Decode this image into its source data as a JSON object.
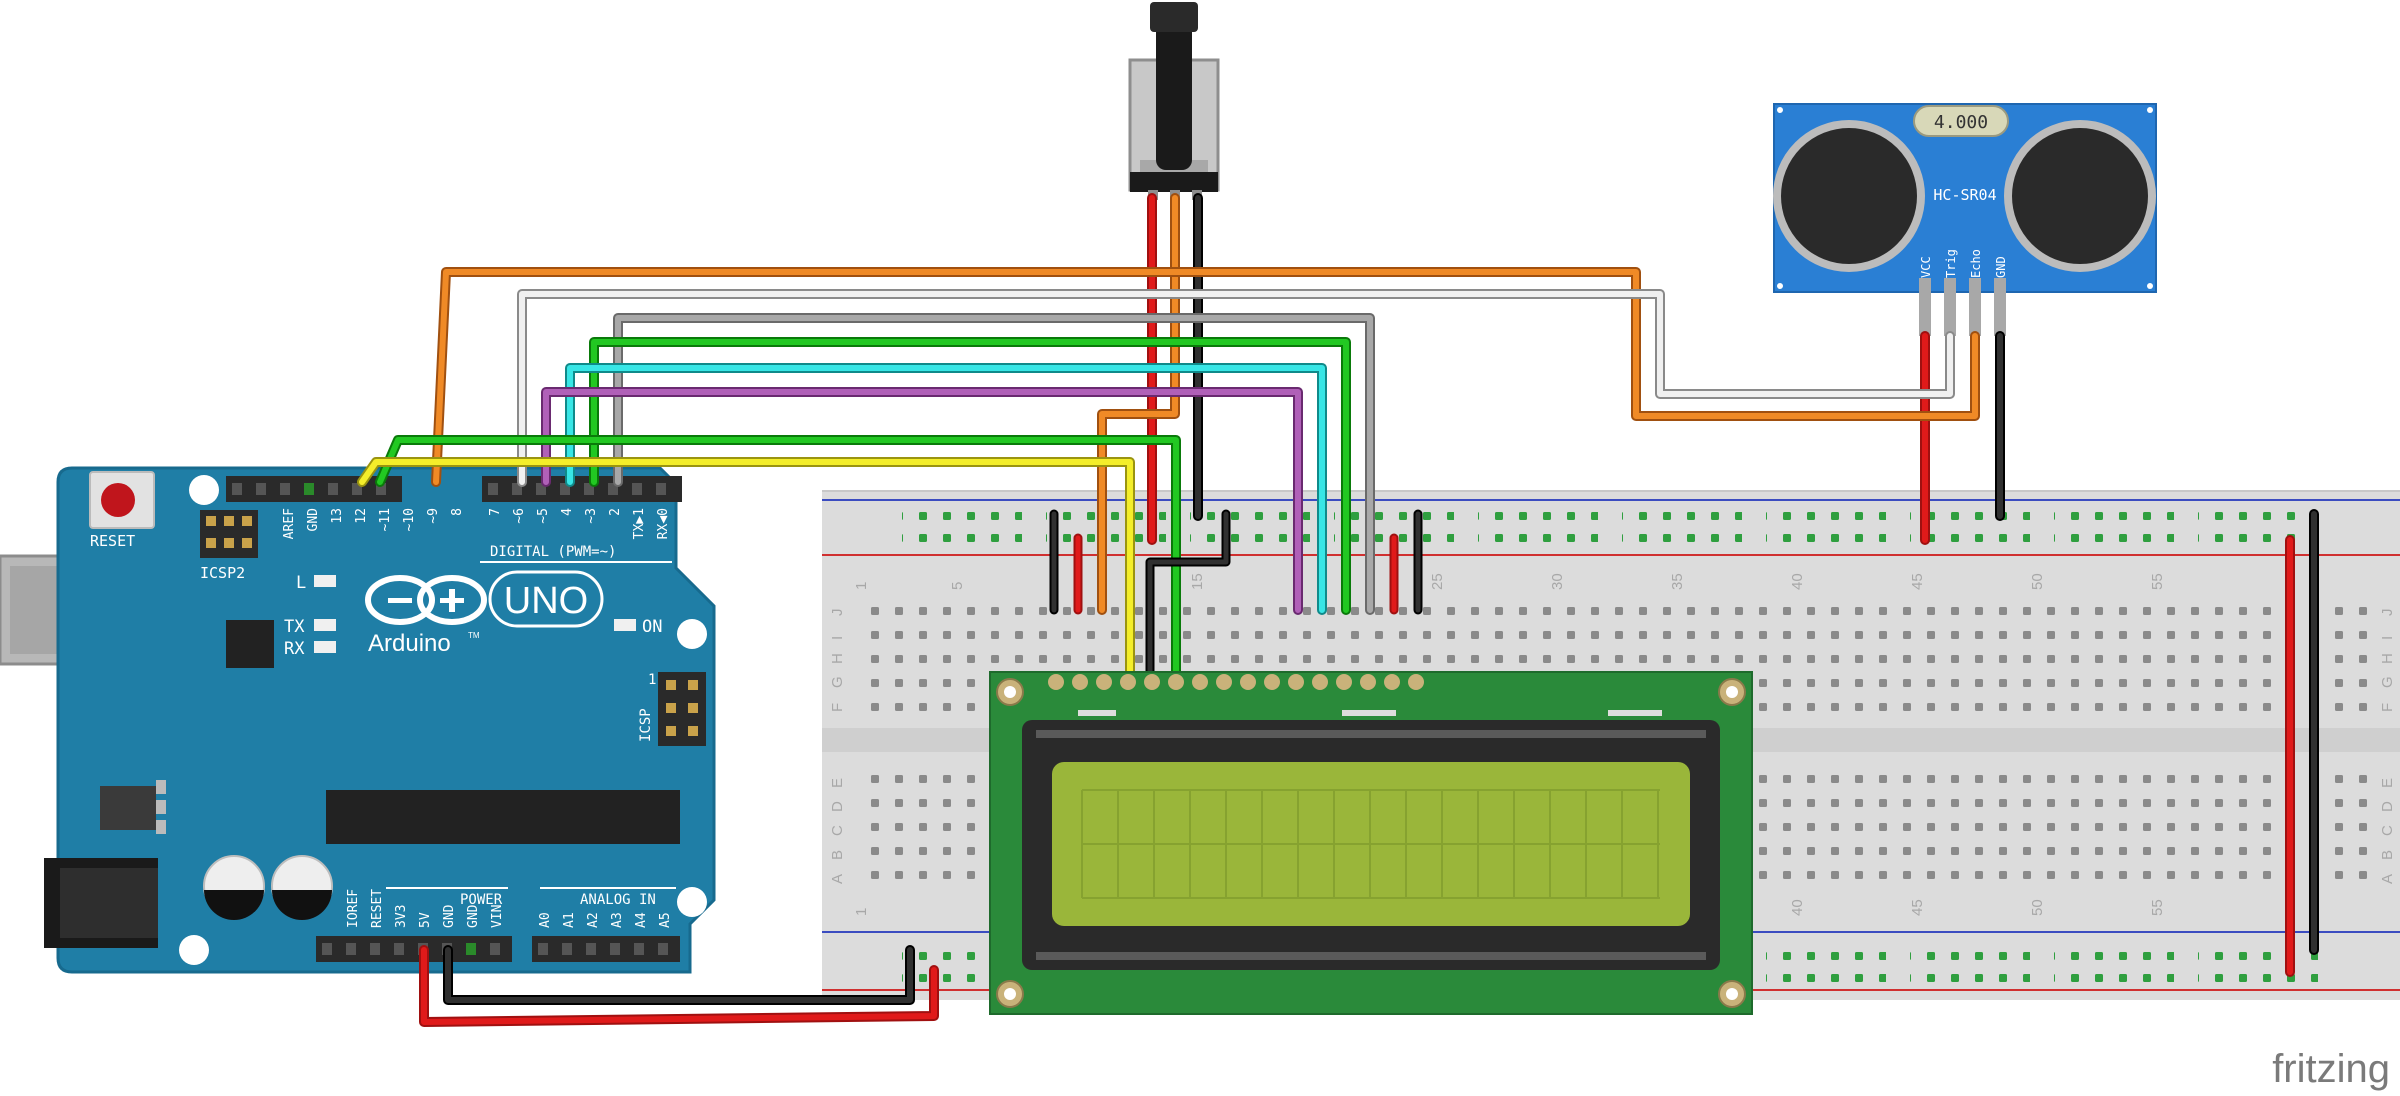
{
  "arduino": {
    "reset": "RESET",
    "icsp2": "ICSP2",
    "icsp": "ICSP",
    "digital_label": "DIGITAL (PWM=~)",
    "uno": "UNO",
    "brand": "Arduino",
    "tm": "TM",
    "led_l": "L",
    "led_tx": "TX",
    "led_rx": "RX",
    "led_on": "ON",
    "pin_one": "1",
    "power_label": "POWER",
    "analog_label": "ANALOG IN",
    "digital_pins": [
      "AREF",
      "GND",
      "13",
      "12",
      "~11",
      "~10",
      "~9",
      "8",
      "7",
      "~6",
      "~5",
      "4",
      "~3",
      "2",
      "TX▶1",
      "RX◀0"
    ],
    "power_pins": [
      "IOREF",
      "RESET",
      "3V3",
      "5V",
      "GND",
      "GND",
      "VIN"
    ],
    "analog_pins": [
      "A0",
      "A1",
      "A2",
      "A3",
      "A4",
      "A5"
    ]
  },
  "sensor": {
    "model": "HC-SR04",
    "crystal": "4.000",
    "pins": [
      "VCC",
      "Trig",
      "Echo",
      "GND"
    ]
  },
  "breadboard": {
    "col_top": [
      "1",
      "5",
      "15",
      "25",
      "30",
      "35",
      "40",
      "45",
      "50",
      "55"
    ],
    "col_bottom": [
      "1",
      "40",
      "45",
      "50",
      "55"
    ],
    "rows_upper_left": [
      "J",
      "I",
      "H",
      "G",
      "F"
    ],
    "rows_lower_left": [
      "E",
      "D",
      "C",
      "B",
      "A"
    ],
    "rows_upper_right": [
      "J",
      "I",
      "H",
      "G",
      "F"
    ],
    "rows_lower_right": [
      "E",
      "D",
      "C",
      "B",
      "A"
    ]
  },
  "footer": {
    "brand": "fritzing"
  },
  "colors": {
    "board": "#1f7ea6",
    "breadboard": "#dcdcdc",
    "lcd_pcb": "#2a8a3a",
    "lcd_screen": "#9ab63a",
    "sensor": "#2a7fd4",
    "wire_red": "#d01818",
    "wire_black": "#222222",
    "wire_orange": "#e07a1a",
    "wire_gray": "#9a9a9a",
    "wire_white": "#e8e8e8",
    "wire_green": "#18b818",
    "wire_cyan": "#22d8d8",
    "wire_purple": "#a050a8",
    "wire_yellow": "#f0e818"
  }
}
